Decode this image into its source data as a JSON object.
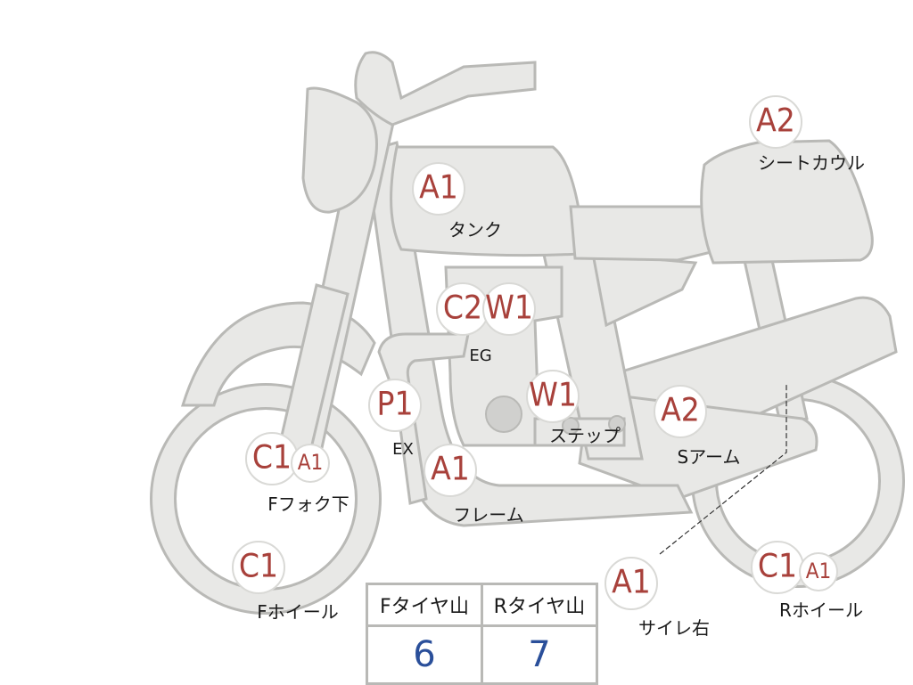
{
  "parts": [
    {
      "name": "tank",
      "grades": [
        "A1"
      ],
      "label": "タンク"
    },
    {
      "name": "seat-cowl",
      "grades": [
        "A2"
      ],
      "label": "シートカウル"
    },
    {
      "name": "engine",
      "grades": [
        "C2",
        "W1"
      ],
      "label": "EG"
    },
    {
      "name": "exhaust",
      "grades": [
        "P1"
      ],
      "label": "EX"
    },
    {
      "name": "step",
      "grades": [
        "W1"
      ],
      "label": "ステップ"
    },
    {
      "name": "swing-arm",
      "grades": [
        "A2"
      ],
      "label": "Sアーム"
    },
    {
      "name": "front-fork-lower",
      "grades": [
        "C1",
        "A1"
      ],
      "label": "Fフォク下"
    },
    {
      "name": "frame",
      "grades": [
        "A1"
      ],
      "label": "フレーム"
    },
    {
      "name": "front-wheel",
      "grades": [
        "C1"
      ],
      "label": "Fホイール"
    },
    {
      "name": "silencer-right",
      "grades": [
        "A1"
      ],
      "label": "サイレ右"
    },
    {
      "name": "rear-wheel",
      "grades": [
        "C1",
        "A1"
      ],
      "label": "Rホイール"
    }
  ],
  "tire_tread": {
    "front_header": "Fタイヤ山",
    "rear_header": "Rタイヤ山",
    "front_value": "6",
    "rear_value": "7"
  },
  "colors": {
    "bike_fill": "#e8e8e6",
    "bike_outline": "#b9b9b6",
    "grade_text": "#a8413b",
    "value_text": "#2a4f9a"
  }
}
